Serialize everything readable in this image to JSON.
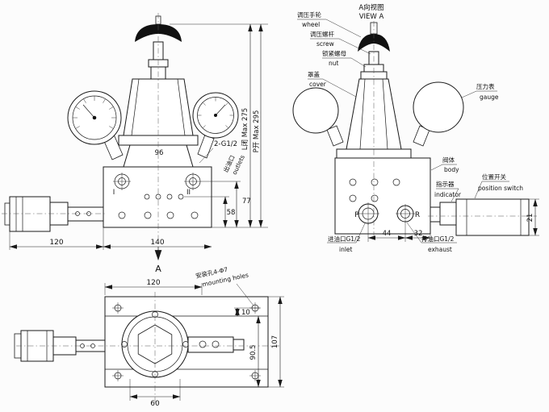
{
  "front": {
    "dims": {
      "w120": "120",
      "w140": "140",
      "h58": "58",
      "h77": "77",
      "d96": "96"
    },
    "max_closed": "L闭 Max 275",
    "max_open": "P开 Max 295",
    "outlet_thread": "2-G1/2",
    "outlet_cn": "出油口",
    "outlet_en": "outlets",
    "port1": "I",
    "port2": "II",
    "view_arrow": "A"
  },
  "side": {
    "title_cn": "A向视图",
    "title_en": "VIEW A",
    "labels": {
      "wheel_cn": "调压手轮",
      "wheel_en": "wheel",
      "screw_cn": "调压螺杆",
      "screw_en": "screw",
      "nut_cn": "锁紧螺母",
      "nut_en": "nut",
      "cover_cn": "罩盖",
      "cover_en": "cover",
      "gauge_cn": "压力表",
      "gauge_en": "gauge",
      "body_cn": "阀体",
      "body_en": "body",
      "indicator_cn": "指示器",
      "indicator_en": "indicator",
      "switch_cn": "位置开关",
      "switch_en": "position switch",
      "inlet_cn": "进油口G1/2",
      "inlet_en": "inlet",
      "exhaust_cn": "排油口G1/2",
      "exhaust_en": "exhaust"
    },
    "dims": {
      "w44": "44",
      "w32": "32",
      "h21": "21"
    },
    "port_p": "P",
    "port_r": "R"
  },
  "top": {
    "dims": {
      "w120": "120",
      "w60": "60",
      "h10": "10",
      "h90_5": "90.5",
      "h107": "107"
    },
    "mounting_cn": "安装孔4-Φ7",
    "mounting_en": "mounting holes"
  }
}
